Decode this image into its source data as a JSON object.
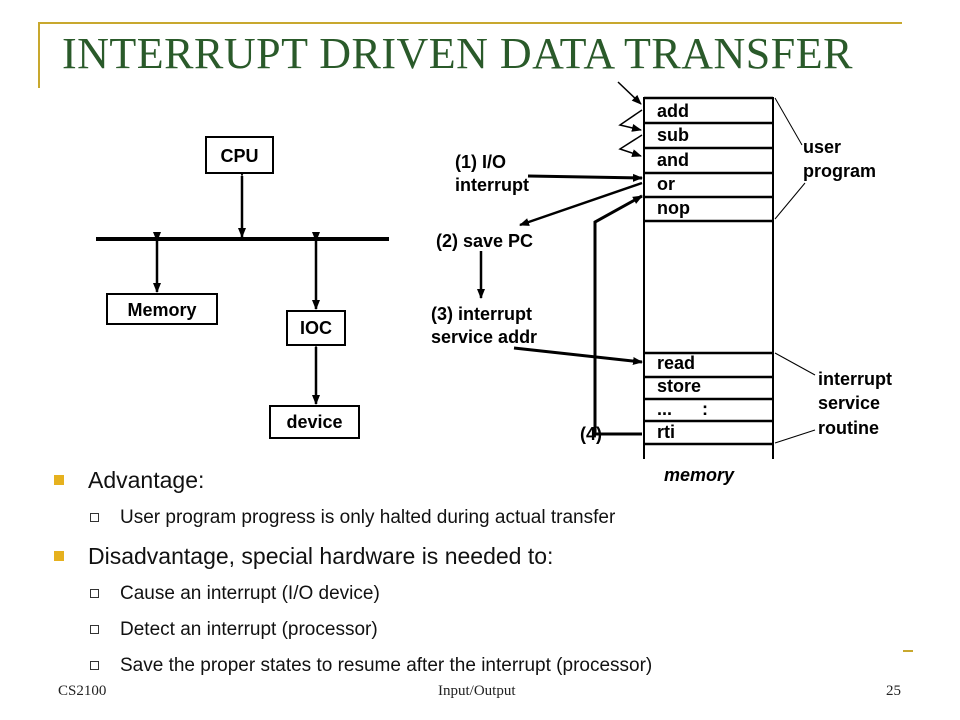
{
  "slide": {
    "title": "INTERRUPT DRIVEN DATA TRANSFER",
    "colors": {
      "title": "#2a5a2a",
      "accent": "#c8a82e",
      "bullet": "#e6b11e"
    }
  },
  "diagram": {
    "boxes": {
      "cpu": "CPU",
      "memory": "Memory",
      "ioc": "IOC",
      "device": "device"
    },
    "memory_cells": {
      "user": [
        "add",
        "sub",
        "and",
        "or",
        "nop"
      ],
      "isr": [
        "read",
        "store",
        "...",
        "rti"
      ],
      "colon": ":"
    },
    "steps": {
      "s1a": "(1) I/O",
      "s1b": "interrupt",
      "s2": "(2) save PC",
      "s3a": "(3) interrupt",
      "s3b": "service addr",
      "s4": "(4)"
    },
    "labels": {
      "user_a": "user",
      "user_b": "program",
      "isr_a": "interrupt",
      "isr_b": "service",
      "isr_c": "routine",
      "memory": "memory"
    }
  },
  "bullets": {
    "advantage": "Advantage:",
    "adv_1": "User program progress is only halted during actual transfer",
    "disadvantage": "Disadvantage, special hardware is needed to:",
    "dis_1": "Cause an interrupt (I/O device)",
    "dis_2": "Detect an interrupt (processor)",
    "dis_3": "Save the proper states to resume after the interrupt (processor)"
  },
  "footer": {
    "course": "CS2100",
    "topic": "Input/Output",
    "page": "25"
  }
}
